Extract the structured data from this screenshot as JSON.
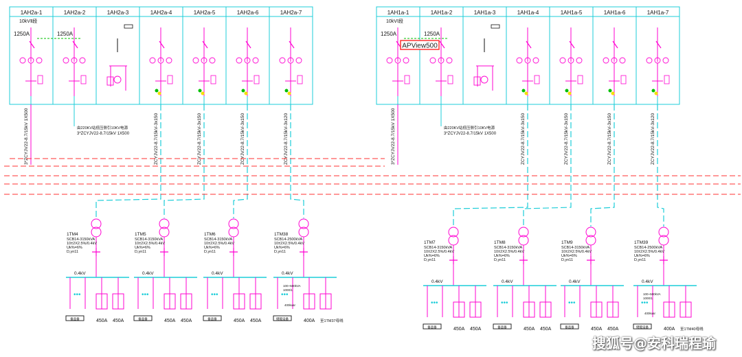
{
  "colors": {
    "cyan": "#1ccdd8",
    "magenta": "#ff00d2",
    "red": "#ff3030",
    "green": "#00c000",
    "yellow": "#f2e000",
    "text": "#111111"
  },
  "left_board": {
    "panels": [
      "1AH2a-1",
      "1AH2a-2",
      "1AH2a-3",
      "1AH2a-4",
      "1AH2a-5",
      "1AH2a-6",
      "1AH2a-7"
    ],
    "bus_label": "10kVⅡ段",
    "breaker1": "1250A",
    "breaker2": "1250A",
    "cable1": "3*ZCYJV22-8.7/15kV 1X500",
    "cable2_line1": "由220KV站低压侧引10KV电源",
    "cable2_line2": "3*ZCYJV22-8.7/15kV 1X500",
    "cables": [
      "ZCYJV22-8.7/15kV-3x150",
      "ZCYJV22-8.7/15kV-3x150",
      "ZCYJV22-8.7/15kV-3x150",
      "ZCYJV22-8.7/15kV-3x120"
    ],
    "transformers": [
      {
        "id": "1TM4",
        "model": "SCB14-3150kVA",
        "ratio": "10±2X2.5%/0.4kV",
        "uk": "Uk%=6%",
        "conn": "D,yn11"
      },
      {
        "id": "1TM5",
        "model": "SCB14-3150kVA",
        "ratio": "10±2X2.5%/0.4kV",
        "uk": "Uk%=6%",
        "conn": "D,yn11"
      },
      {
        "id": "1TM6",
        "model": "SCB14-3150kVA",
        "ratio": "10±2X2.5%/0.4kV",
        "uk": "Uk%=6%",
        "conn": "D,yn11"
      },
      {
        "id": "1TM38",
        "model": "SCB14-2500kVA",
        "ratio": "10±2X2.5%/0.4kV",
        "uk": "Uk%=6%",
        "conn": "D,yn11"
      }
    ],
    "lv_groups": [
      {
        "bus": "0.4kV",
        "box": "备品备",
        "a1": "450A",
        "a2": "450A"
      },
      {
        "bus": "0.4kV",
        "box": "备品备",
        "a1": "450A",
        "a2": "450A"
      },
      {
        "bus": "0.4kV",
        "box": "备品备",
        "a1": "450A",
        "a2": "450A"
      },
      {
        "bus": "0.4kV",
        "box": "储能设备",
        "a1": "400A",
        "a2": "至1TM37母线"
      }
    ]
  },
  "right_board": {
    "panels": [
      "1AH1a-1",
      "1AH1a-2",
      "1AH1a-3",
      "1AH1a-4",
      "1AH1a-5",
      "1AH1a-6",
      "1AH1a-7"
    ],
    "bus_label": "10kVⅠ段",
    "breaker1": "1250A",
    "breaker2": "1250A",
    "product_label": "APView500",
    "cable1": "3*ZCYJV22-8.7/15kV 1X500",
    "cable2_line1": "由220KV站低压侧引10KV电源",
    "cable2_line2": "3*ZCYJV22-8.7/15kV 1X500",
    "cables": [
      "ZCYJV22-8.7/15kV-3x150",
      "ZCYJV22-8.7/15kV-3x150",
      "ZCYJV22-8.7/15kV-3x150",
      "ZCYJV22-8.7/15kV-3x120"
    ],
    "transformers": [
      {
        "id": "1TM7",
        "model": "SCB14-3150kVA",
        "ratio": "10±2X2.5%/0.4kV",
        "uk": "Uk%=6%",
        "conn": "D,yn11"
      },
      {
        "id": "1TM8",
        "model": "SCB14-3150kVA",
        "ratio": "10±2X2.5%/0.4kV",
        "uk": "Uk%=6%",
        "conn": "D,yn11"
      },
      {
        "id": "1TM9",
        "model": "SCB14-3150kVA",
        "ratio": "10±2X2.5%/0.4kV",
        "uk": "Uk%=6%",
        "conn": "D,yn11"
      },
      {
        "id": "1TM39",
        "model": "SCB14-2500kVA",
        "ratio": "10±2X2.5%/0.4kV",
        "uk": "Uk%=6%",
        "conn": "D,yn11"
      }
    ],
    "lv_groups": [
      {
        "bus": "0.4kV",
        "box": "备品备",
        "a1": "450A",
        "a2": "450A"
      },
      {
        "bus": "0.4kV",
        "box": "备品备",
        "a1": "450A",
        "a2": "450A"
      },
      {
        "bus": "0.4kV",
        "box": "备品备",
        "a1": "450A",
        "a2": "450A"
      },
      {
        "bus": "0.4kV",
        "box": "储能设备",
        "a1": "400A",
        "a2": "至1TM40母线"
      }
    ]
  },
  "storage": {
    "line1": "100~500kVA",
    "line2": "1000/1",
    "line3": "400kvar"
  },
  "watermark": "搜狐号@安科瑞程瑜"
}
